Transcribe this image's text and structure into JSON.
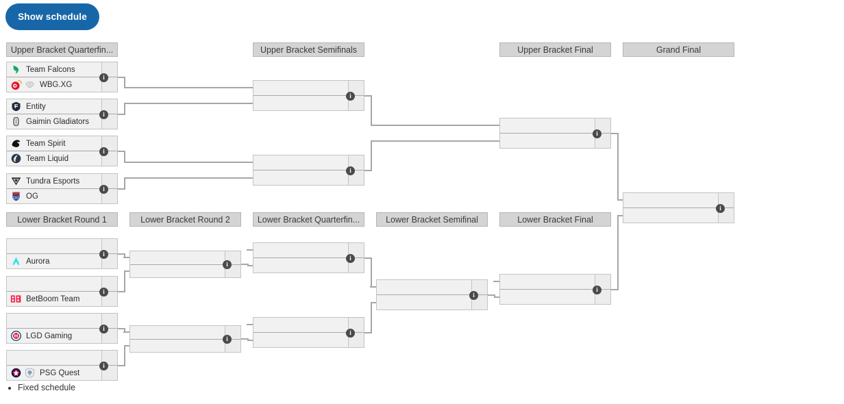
{
  "toolbar": {
    "show_schedule_label": "Show schedule"
  },
  "footer": {
    "note": "Fixed schedule"
  },
  "colors": {
    "button_blue": "#1767a8",
    "header_grey": "#d4d4d4",
    "match_grey": "#f1f1f1",
    "line_grey": "#a6a6a6",
    "info_badge": "#4a4a4a"
  },
  "rounds": [
    {
      "id": "ub-qf",
      "label": "Upper Bracket Quarterfin..."
    },
    {
      "id": "ub-sf",
      "label": "Upper Bracket Semifinals"
    },
    {
      "id": "ub-f",
      "label": "Upper Bracket Final"
    },
    {
      "id": "gf",
      "label": "Grand Final"
    },
    {
      "id": "lb-r1",
      "label": "Lower Bracket Round 1"
    },
    {
      "id": "lb-r2",
      "label": "Lower Bracket Round 2"
    },
    {
      "id": "lb-qf",
      "label": "Lower Bracket Quarterfin..."
    },
    {
      "id": "lb-sf",
      "label": "Lower Bracket Semifinal"
    },
    {
      "id": "lb-f",
      "label": "Lower Bracket Final"
    }
  ],
  "matches": {
    "ubqf1": {
      "top": "Team Falcons",
      "bottom": "WBG.XG",
      "top_score": "",
      "bottom_score": "",
      "info": "i"
    },
    "ubqf2": {
      "top": "Entity",
      "bottom": "Gaimin Gladiators",
      "top_score": "",
      "bottom_score": "",
      "info": "i"
    },
    "ubqf3": {
      "top": "Team Spirit",
      "bottom": "Team Liquid",
      "top_score": "",
      "bottom_score": "",
      "info": "i"
    },
    "ubqf4": {
      "top": "Tundra Esports",
      "bottom": "OG",
      "top_score": "",
      "bottom_score": "",
      "info": "i"
    },
    "ubsf1": {
      "top": "",
      "bottom": "",
      "top_score": "",
      "bottom_score": "",
      "info": "i"
    },
    "ubsf2": {
      "top": "",
      "bottom": "",
      "top_score": "",
      "bottom_score": "",
      "info": "i"
    },
    "ubf": {
      "top": "",
      "bottom": "",
      "top_score": "",
      "bottom_score": "",
      "info": "i"
    },
    "gf": {
      "top": "",
      "bottom": "",
      "top_score": "",
      "bottom_score": "",
      "info": "i"
    },
    "lbr1a": {
      "top": "",
      "bottom": "Aurora",
      "top_score": "",
      "bottom_score": "",
      "info": "i"
    },
    "lbr1b": {
      "top": "",
      "bottom": "BetBoom Team",
      "top_score": "",
      "bottom_score": "",
      "info": "i"
    },
    "lbr1c": {
      "top": "",
      "bottom": "LGD Gaming",
      "top_score": "",
      "bottom_score": "",
      "info": "i"
    },
    "lbr1d": {
      "top": "",
      "bottom": "PSG Quest",
      "top_score": "",
      "bottom_score": "",
      "info": "i"
    },
    "lbr2a": {
      "top": "",
      "bottom": "",
      "top_score": "",
      "bottom_score": "",
      "info": "i"
    },
    "lbr2b": {
      "top": "",
      "bottom": "",
      "top_score": "",
      "bottom_score": "",
      "info": "i"
    },
    "lbqfa": {
      "top": "",
      "bottom": "",
      "top_score": "",
      "bottom_score": "",
      "info": "i"
    },
    "lbqfb": {
      "top": "",
      "bottom": "",
      "top_score": "",
      "bottom_score": "",
      "info": "i"
    },
    "lbsf": {
      "top": "",
      "bottom": "",
      "top_score": "",
      "bottom_score": "",
      "info": "i"
    },
    "lbf": {
      "top": "",
      "bottom": "",
      "top_score": "",
      "bottom_score": "",
      "info": "i"
    }
  },
  "team_logos": {
    "Team Falcons": [
      "falcons-logo"
    ],
    "WBG.XG": [
      "weibo-logo",
      "xtreme-gaming-logo"
    ],
    "Entity": [
      "entity-logo"
    ],
    "Gaimin Gladiators": [
      "gaimin-gladiators-logo"
    ],
    "Team Spirit": [
      "team-spirit-logo"
    ],
    "Team Liquid": [
      "team-liquid-logo"
    ],
    "Tundra Esports": [
      "tundra-esports-logo"
    ],
    "OG": [
      "og-logo"
    ],
    "Aurora": [
      "aurora-logo"
    ],
    "BetBoom Team": [
      "betboom-logo"
    ],
    "LGD Gaming": [
      "lgd-gaming-logo"
    ],
    "PSG Quest": [
      "psg-logo",
      "quest-logo"
    ]
  }
}
